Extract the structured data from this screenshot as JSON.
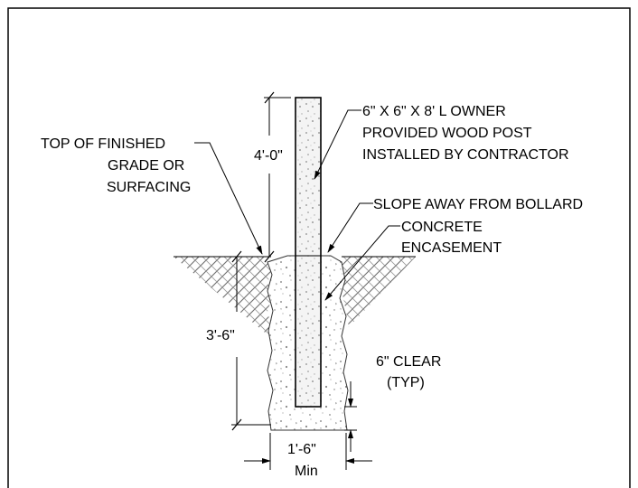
{
  "callouts": {
    "post_line1": "6\" X 6\" X 8' L OWNER",
    "post_line2": "PROVIDED WOOD POST",
    "post_line3": "INSTALLED BY CONTRACTOR",
    "grade_line1": "TOP OF FINISHED",
    "grade_line2": "GRADE OR",
    "grade_line3": "SURFACING",
    "slope": "SLOPE AWAY FROM BOLLARD",
    "encasement_line1": "CONCRETE",
    "encasement_line2": "ENCASEMENT",
    "clear_line1": "6\" CLEAR",
    "clear_line2": "(TYP)"
  },
  "dimensions": {
    "above_grade": "4'-0\"",
    "below_grade": "3'-6\"",
    "footing_width": "1'-6\"",
    "footing_width_note": "Min"
  }
}
